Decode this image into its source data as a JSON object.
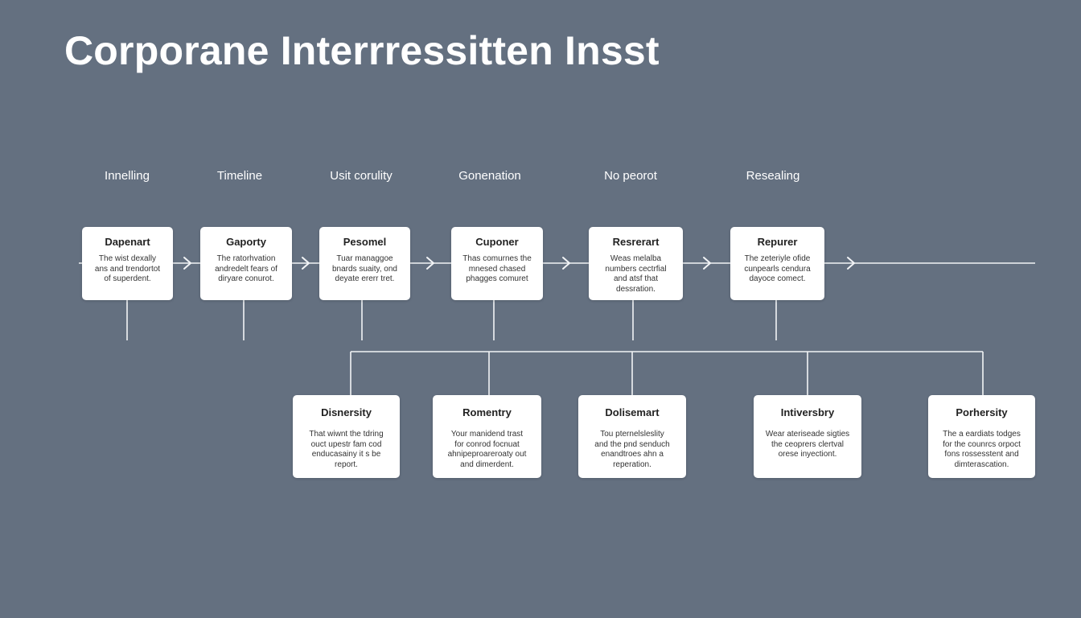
{
  "title": "Corporane Interrressitten Insst",
  "phases": [
    "Innelling",
    "Timeline",
    "Usit corulity",
    "Gonenation",
    "No peorot",
    "Resealing"
  ],
  "top_cards": [
    {
      "title": "Dapenart",
      "lines": [
        "The wist dexally",
        "ans and trendortot",
        "of superdent."
      ]
    },
    {
      "title": "Gaporty",
      "lines": [
        "The ratorhvation",
        "andredelt fears of",
        "diryare conurot."
      ]
    },
    {
      "title": "Pesomel",
      "lines": [
        "Tuar managgoe",
        "bnards suaity, ond",
        "deyate ererr tret."
      ]
    },
    {
      "title": "Cuponer",
      "lines": [
        "Thas comurnes the",
        "mnesed chased",
        "phagges comuret"
      ]
    },
    {
      "title": "Resrerart",
      "lines": [
        "Weas melalba",
        "numbers cectrfial",
        "and atsf that",
        "dessration."
      ]
    },
    {
      "title": "Repurer",
      "lines": [
        "The zeteriyle ofide",
        "cunpearls cendura",
        "dayoce comect."
      ]
    }
  ],
  "bottom_cards": [
    {
      "title": "Disnersity",
      "lines": [
        "That wiwnt the tdring",
        "ouct upestr fam cod",
        "enducasainy it s be",
        "report."
      ]
    },
    {
      "title": "Romentry",
      "lines": [
        "Your manidend trast",
        "for conrod focnuat",
        "ahnipeproareroaty out",
        "and dimerdent."
      ]
    },
    {
      "title": "Dolisemart",
      "lines": [
        "Tou pternelsleslity",
        "and the pnd senduch",
        "enandtroes ahn a",
        "reperation."
      ]
    },
    {
      "title": "Intiversbry",
      "lines": [
        "Wear ateriseade sigties",
        "the ceoprers clertval",
        "orese inyectiont."
      ]
    },
    {
      "title": "Porhersity",
      "lines": [
        "The a eardiats todges",
        "for the counrcs orpoct",
        "fons rossesstent and",
        "dimterascation."
      ]
    }
  ]
}
